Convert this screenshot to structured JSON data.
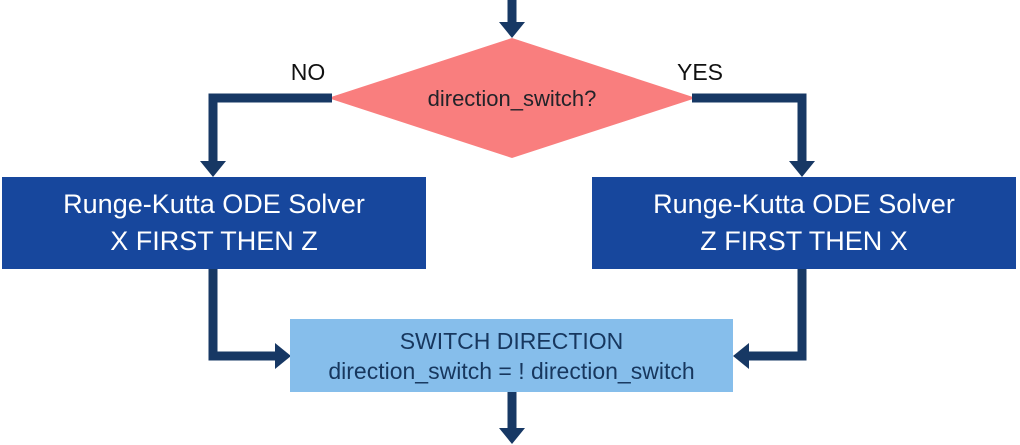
{
  "diagram": {
    "arrow_color": "#173864",
    "decision": {
      "label": "direction_switch?",
      "fill": "#F97E7E",
      "branch_no": "NO",
      "branch_yes": "YES"
    },
    "solver_left": {
      "line1": "Runge-Kutta ODE Solver",
      "line2": "X FIRST THEN Z",
      "fill": "#17479D"
    },
    "solver_right": {
      "line1": "Runge-Kutta ODE Solver",
      "line2": "Z FIRST THEN X",
      "fill": "#17479D"
    },
    "switch_step": {
      "line1": "SWITCH DIRECTION",
      "line2": "direction_switch = ! direction_switch",
      "fill": "#86BEEB"
    }
  }
}
